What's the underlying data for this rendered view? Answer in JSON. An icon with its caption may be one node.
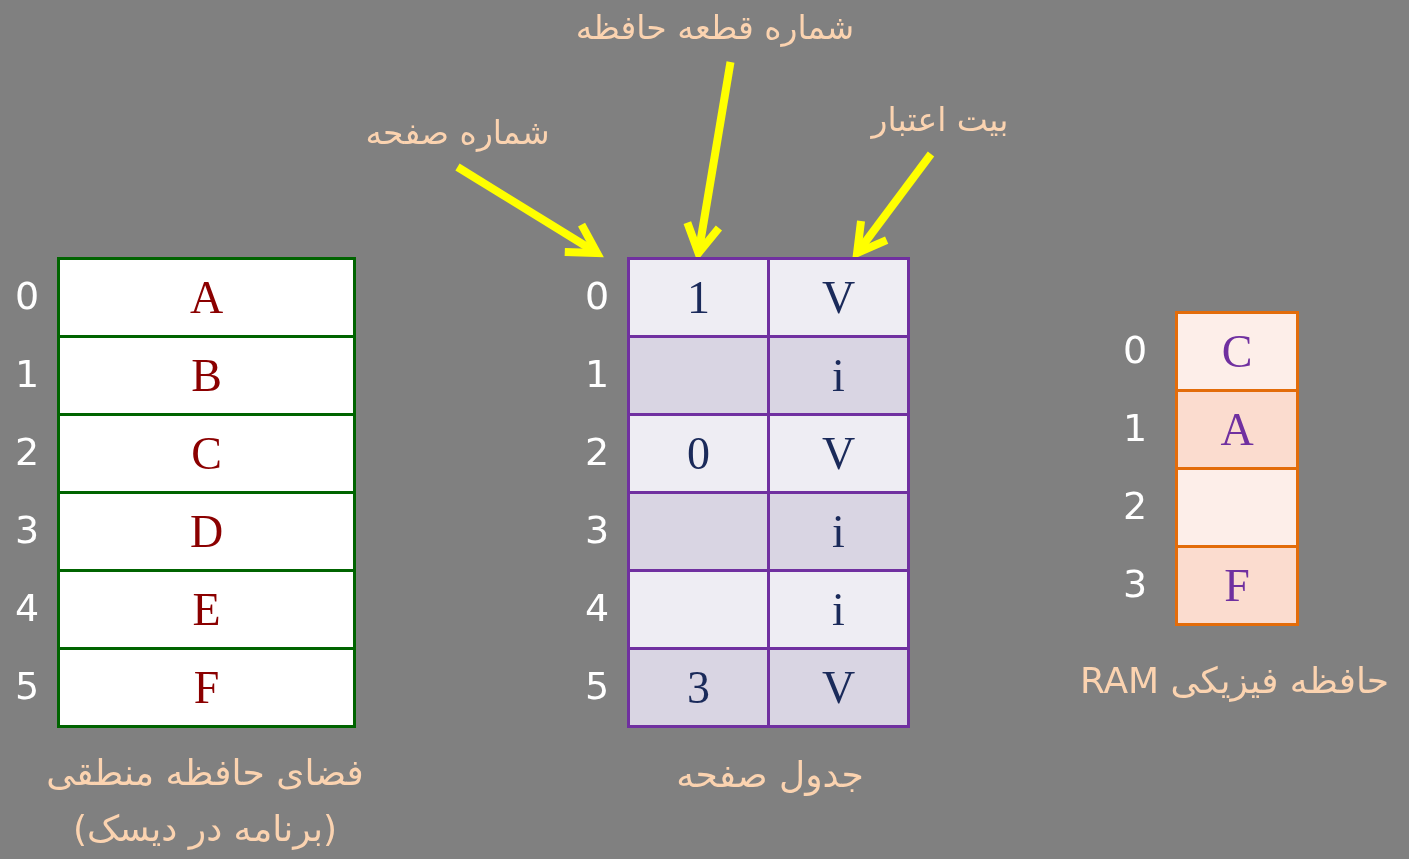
{
  "diagram": {
    "nodes": [
      {
        "text": [
          "شماره قطعه حافظه"
        ]
      },
      {
        "text": [
          "شماره صفحه"
        ]
      },
      {
        "text": [
          "بیت اعتبار"
        ]
      },
      {
        "text": [
          "فضای حافظه منطقی (برنامه در دیسک)"
        ]
      },
      {
        "text": [
          "A"
        ],
        "in": 3
      },
      {
        "text": [
          "B"
        ],
        "in": 3
      },
      {
        "text": [
          "C"
        ],
        "in": 3
      },
      {
        "text": [
          "D"
        ],
        "in": 3
      },
      {
        "text": [
          "E"
        ],
        "in": 3
      },
      {
        "text": [
          "F"
        ],
        "in": 3
      },
      {
        "text": [
          "جدول صفحه"
        ]
      },
      {
        "text": [
          "1"
        ],
        "in": 10
      },
      {
        "text": [
          "V"
        ],
        "in": 10
      },
      {
        "text": [],
        "shape": "box",
        "in": 10
      },
      {
        "text": [
          "i"
        ],
        "in": 10
      },
      {
        "text": [
          "0"
        ],
        "in": 10
      },
      {
        "text": [
          "V"
        ],
        "in": 10
      },
      {
        "text": [],
        "shape": "box",
        "in": 10
      },
      {
        "text": [
          "i"
        ],
        "in": 10
      },
      {
        "text": [],
        "shape": "box",
        "in": 10
      },
      {
        "text": [
          "i"
        ],
        "in": 10
      },
      {
        "text": [
          "3"
        ],
        "in": 10
      },
      {
        "text": [
          "V"
        ],
        "in": 10
      },
      {
        "text": [
          "حافظه فیزیکی RAM"
        ]
      },
      {
        "text": [
          "C"
        ],
        "in": 23
      },
      {
        "text": [
          "A"
        ],
        "in": 23
      },
      {
        "text": [],
        "shape": "box",
        "in": 23
      },
      {
        "text": [
          "F"
        ],
        "in": 23
      }
    ],
    "edges": [
      {
        "from": 0,
        "to": 11,
        "arrow": "to"
      },
      {
        "from": 1,
        "to": 10,
        "arrow": "to"
      },
      {
        "from": 2,
        "to": 12,
        "arrow": "to"
      }
    ],
    "labels": [
      "0",
      "1",
      "2",
      "3",
      "4",
      "5",
      "0",
      "1",
      "2",
      "3",
      "4",
      "5",
      "0",
      "1",
      "2",
      "3"
    ]
  }
}
